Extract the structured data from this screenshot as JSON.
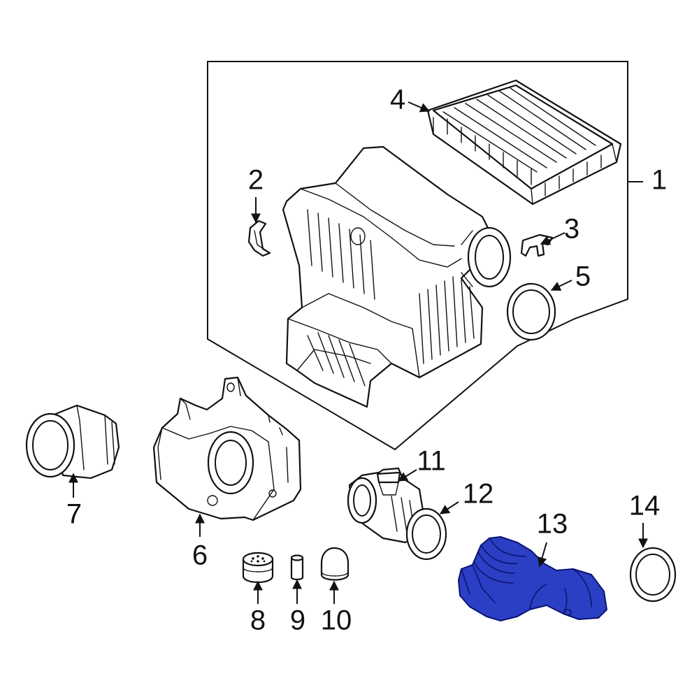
{
  "callouts": {
    "c1": "1",
    "c2": "2",
    "c3": "3",
    "c4": "4",
    "c5": "5",
    "c6": "6",
    "c7": "7",
    "c8": "8",
    "c9": "9",
    "c10": "10",
    "c11": "11",
    "c12": "12",
    "c13": "13",
    "c14": "14"
  },
  "highlighted_part": "13",
  "colors": {
    "line": "#111111",
    "highlight": "#2b3fc4",
    "highlight_edge": "#0a1470",
    "background": "#ffffff"
  }
}
